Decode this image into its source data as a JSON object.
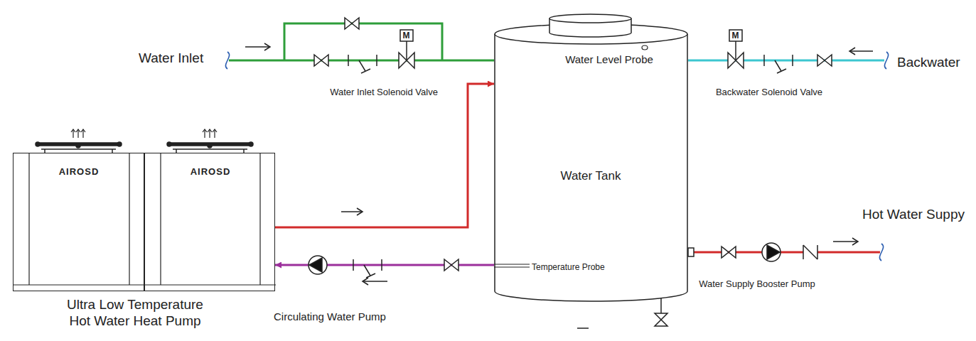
{
  "diagram": {
    "nodes": [
      {
        "text": [
          "Ultra Low Temperature Hot Water Heat Pump"
        ]
      },
      {
        "text": [
          "AIROSD"
        ],
        "in": 0
      },
      {
        "text": [
          "AIROSD"
        ],
        "in": 0
      },
      {
        "text": [
          "Water Level Probe",
          "Water Tank",
          "Temperature Probe"
        ]
      }
    ],
    "edges": [
      {
        "from": 2,
        "to": 3,
        "arrow": "to"
      },
      {
        "from": 3,
        "to": 2,
        "arrow": "to"
      }
    ],
    "labels": [
      "Water Inlet",
      "M",
      "Water Inlet Solenoid Valve",
      "M",
      "Backwater",
      "Backwater Solenoid Valve",
      "Hot Water Suppy",
      "Water Supply Booster Pump",
      "Circulating Water Pump"
    ]
  }
}
